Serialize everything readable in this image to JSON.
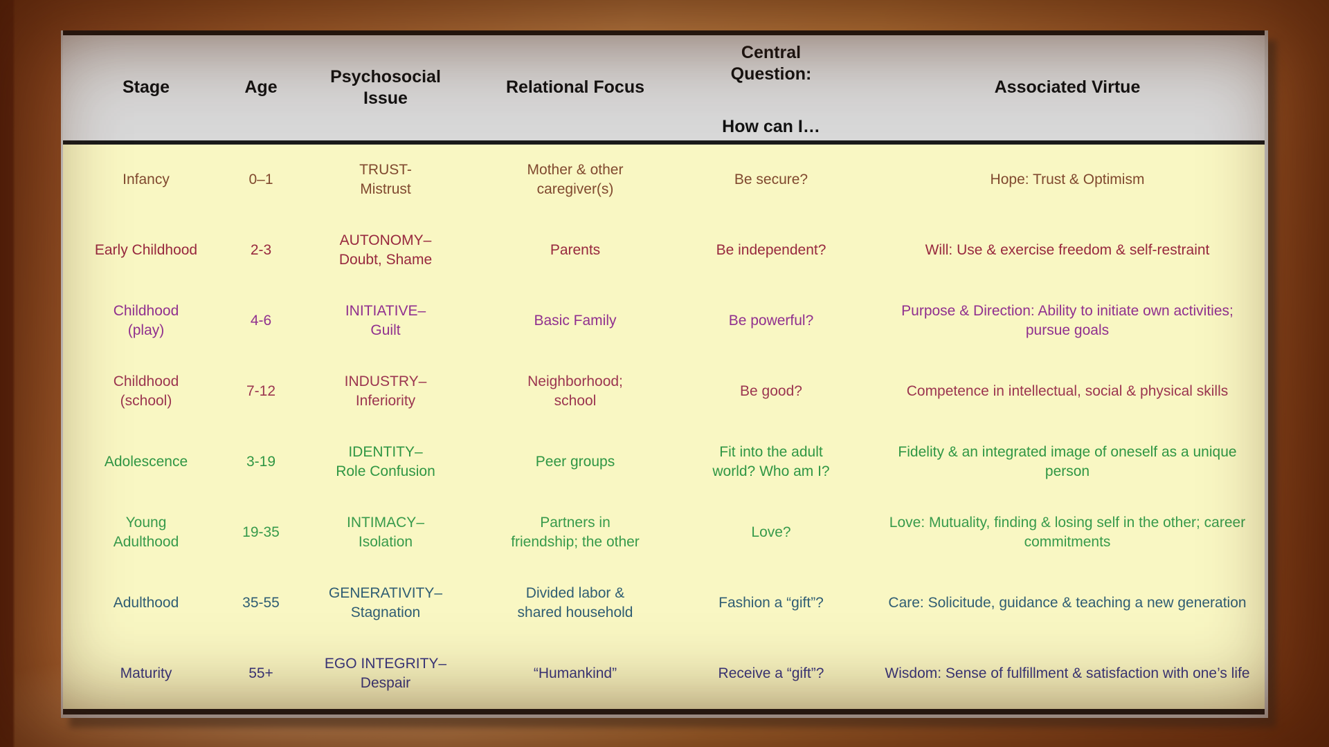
{
  "table": {
    "headers": {
      "stage": "Stage",
      "age": "Age",
      "issue": "Psychosocial\nIssue",
      "focus": "Relational Focus",
      "question_title": "Central\nQuestion:",
      "question_sub": "How can I…",
      "virtue": "Associated Virtue"
    },
    "header_bg": "#d8d8d8",
    "body_bg": "#f9f7c3",
    "rows": [
      {
        "stage": "Infancy",
        "age": "0–1",
        "issue": "TRUST-\nMistrust",
        "focus": "Mother & other\ncaregiver(s)",
        "question": "Be secure?",
        "virtue": "Hope: Trust & Optimism",
        "color": "#80492f"
      },
      {
        "stage": "Early Childhood",
        "age": "2-3",
        "issue": "AUTONOMY–\nDoubt, Shame",
        "focus": "Parents",
        "question": "Be independent?",
        "virtue": "Will: Use & exercise freedom & self-restraint",
        "color": "#97283e"
      },
      {
        "stage": "Childhood\n(play)",
        "age": "4-6",
        "issue": "INITIATIVE–\nGuilt",
        "focus": "Basic Family",
        "question": "Be powerful?",
        "virtue": "Purpose & Direction: Ability to initiate own activities; pursue goals",
        "color": "#90308f"
      },
      {
        "stage": "Childhood\n(school)",
        "age": "7-12",
        "issue": "INDUSTRY–\nInferiority",
        "focus": "Neighborhood;\nschool",
        "question": "Be good?",
        "virtue": "Competence in intellectual, social & physical skills",
        "color": "#9b3550"
      },
      {
        "stage": "Adolescence",
        "age": "3-19",
        "issue": "IDENTITY–\nRole Confusion",
        "focus": "Peer groups",
        "question": "Fit into the adult\nworld? Who am I?",
        "virtue": "Fidelity & an integrated image of oneself as a unique person",
        "color": "#2f9644"
      },
      {
        "stage": "Young\nAdulthood",
        "age": "19-35",
        "issue": "INTIMACY–\nIsolation",
        "focus": "Partners in\nfriendship; the other",
        "question": "Love?",
        "virtue": "Love: Mutuality, finding & losing self in the other; career commitments",
        "color": "#379a4b"
      },
      {
        "stage": "Adulthood",
        "age": "35-55",
        "issue": "GENERATIVITY–\nStagnation",
        "focus": "Divided labor &\nshared household",
        "question": "Fashion a “gift”?",
        "virtue": "Care: Solicitude, guidance & teaching a new generation",
        "color": "#2f5d73"
      },
      {
        "stage": "Maturity",
        "age": "55+",
        "issue": "EGO INTEGRITY–\nDespair",
        "focus": "“Humankind”",
        "question": "Receive a “gift”?",
        "virtue": "Wisdom: Sense of fulfillment & satisfaction with one’s life",
        "color": "#37357d"
      }
    ]
  }
}
